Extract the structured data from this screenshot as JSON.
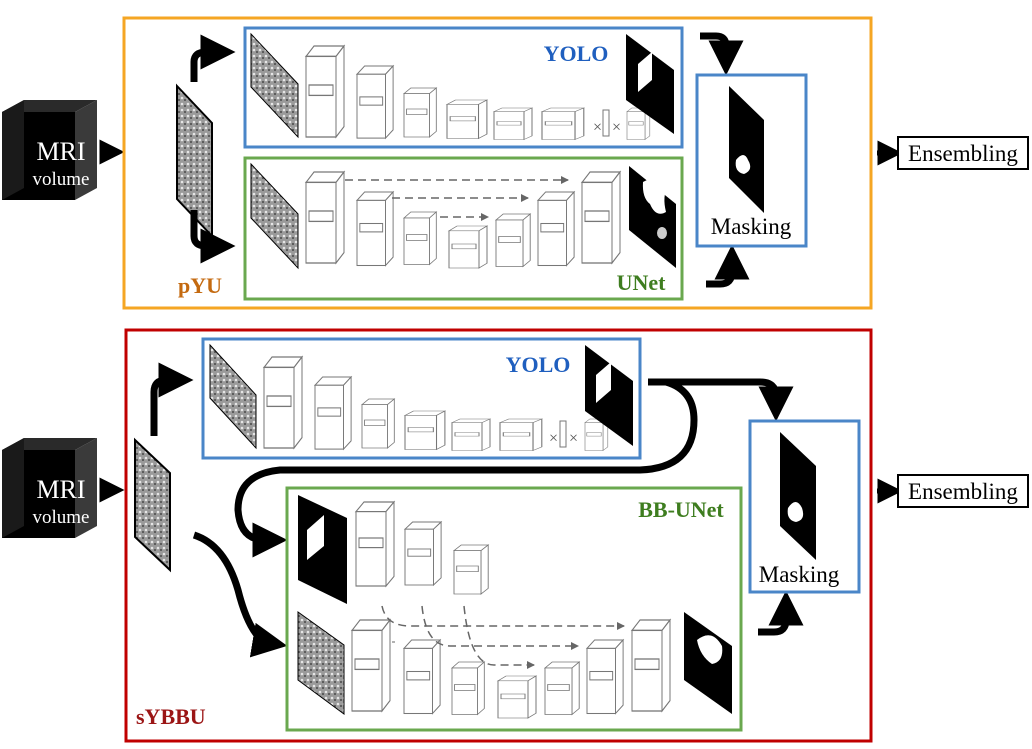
{
  "top_pipeline": {
    "name": "pYU",
    "input": {
      "line1": "MRI",
      "line2": "volume"
    },
    "yolo_label": "YOLO",
    "unet_label": "UNet",
    "masking_label": "Masking",
    "output_label": "Ensembling"
  },
  "bottom_pipeline": {
    "name": "sYBBU",
    "input": {
      "line1": "MRI",
      "line2": "volume"
    },
    "yolo_label": "YOLO",
    "bbunet_label": "BB-UNet",
    "masking_label": "Masking",
    "output_label": "Ensembling"
  },
  "colors": {
    "orange": "#f5a623",
    "red": "#c00000",
    "blue": "#4a86c8",
    "green": "#6aa84f",
    "yolo_text": "#1f5fbf",
    "unet_text": "#3e7d1f",
    "pyu_text": "#c46a10",
    "sybbu_text": "#9b1515"
  }
}
